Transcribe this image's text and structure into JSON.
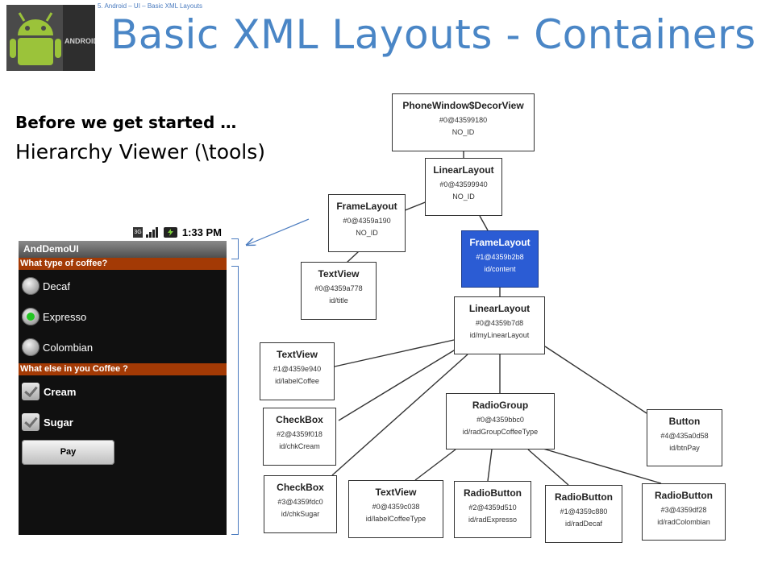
{
  "breadcrumb": "5. Android – UI – Basic XML Layouts",
  "title": "Basic XML Layouts - Containers",
  "intro": {
    "heading": "Before we get started …",
    "subheading": "Hierarchy Viewer (\\tools)"
  },
  "phone": {
    "status_time": "1:33 PM",
    "app_title": "AndDemoUI",
    "section1": "What type of coffee?",
    "radios": [
      {
        "label": "Decaf",
        "checked": false
      },
      {
        "label": "Expresso",
        "checked": true
      },
      {
        "label": "Colombian",
        "checked": false
      }
    ],
    "section2": "What else in you Coffee ?",
    "checks": [
      {
        "label": "Cream",
        "checked": true
      },
      {
        "label": "Sugar",
        "checked": true
      }
    ],
    "button": "Pay"
  },
  "tree": {
    "nodes": [
      {
        "key": "decor",
        "name": "PhoneWindow$DecorView",
        "hex": "#0@43599180",
        "id": "NO_ID"
      },
      {
        "key": "ll0",
        "name": "LinearLayout",
        "hex": "#0@43599940",
        "id": "NO_ID"
      },
      {
        "key": "fl0",
        "name": "FrameLayout",
        "hex": "#0@4359a190",
        "id": "NO_ID"
      },
      {
        "key": "fl1",
        "name": "FrameLayout",
        "hex": "#1@4359b2b8",
        "id": "id/content",
        "selected": true
      },
      {
        "key": "tvtitle",
        "name": "TextView",
        "hex": "#0@4359a778",
        "id": "id/title"
      },
      {
        "key": "ll1",
        "name": "LinearLayout",
        "hex": "#0@4359b7d8",
        "id": "id/myLinearLayout"
      },
      {
        "key": "tv1",
        "name": "TextView",
        "hex": "#1@4359e940",
        "id": "id/labelCoffee"
      },
      {
        "key": "cb1",
        "name": "CheckBox",
        "hex": "#2@4359f018",
        "id": "id/chkCream"
      },
      {
        "key": "rg",
        "name": "RadioGroup",
        "hex": "#0@4359bbc0",
        "id": "id/radGroupCoffeeType"
      },
      {
        "key": "btn",
        "name": "Button",
        "hex": "#4@435a0d58",
        "id": "id/btnPay"
      },
      {
        "key": "cb2",
        "name": "CheckBox",
        "hex": "#3@4359fdc0",
        "id": "id/chkSugar"
      },
      {
        "key": "tv2",
        "name": "TextView",
        "hex": "#0@4359c038",
        "id": "id/labelCoffeeType"
      },
      {
        "key": "rb1",
        "name": "RadioButton",
        "hex": "#2@4359d510",
        "id": "id/radExpresso"
      },
      {
        "key": "rb2",
        "name": "RadioButton",
        "hex": "#1@4359c880",
        "id": "id/radDecaf"
      },
      {
        "key": "rb3",
        "name": "RadioButton",
        "hex": "#3@4359df28",
        "id": "id/radColombian"
      }
    ]
  },
  "colors": {
    "title": "#4a86c6",
    "section_header": "#a33a05",
    "selected_node": "#2b5cd4",
    "android_green": "#9bc33a"
  }
}
